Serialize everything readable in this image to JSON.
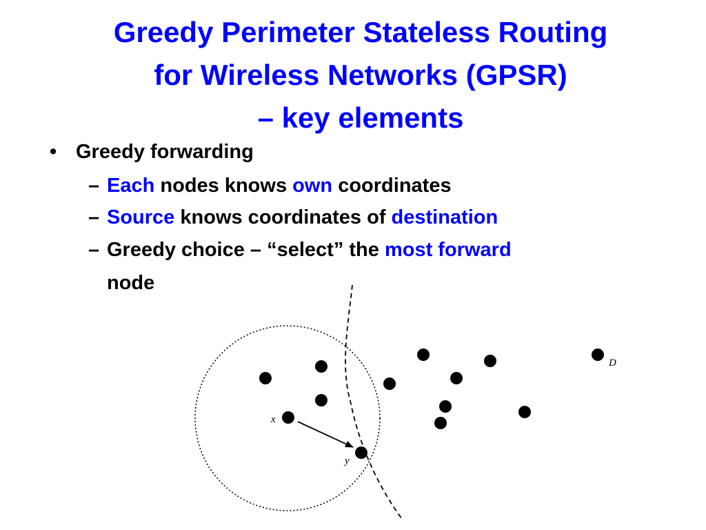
{
  "slide": {
    "title_lines": [
      "Greedy Perimeter Stateless Routing",
      "for Wireless Networks (GPSR)",
      "– key elements"
    ],
    "bullet": {
      "marker": "•",
      "text": "Greedy forwarding"
    },
    "subbullets": {
      "marker": "–",
      "item1": {
        "hl1": "Each",
        "t1": " nodes knows ",
        "hl2": "own",
        "t2": " coordinates"
      },
      "item2": {
        "hl1": "Source",
        "t1": " knows coordinates of ",
        "hl2": "destination"
      },
      "item3": {
        "t1": "Greedy choice – “select” the ",
        "hl1": "most forward",
        "t2": "node"
      }
    },
    "colors": {
      "title": "#0000ff",
      "highlight": "#0000ff",
      "text": "#000000"
    }
  },
  "diagram": {
    "labels": {
      "source": "x",
      "next_hop": "y",
      "destination": "D"
    }
  }
}
